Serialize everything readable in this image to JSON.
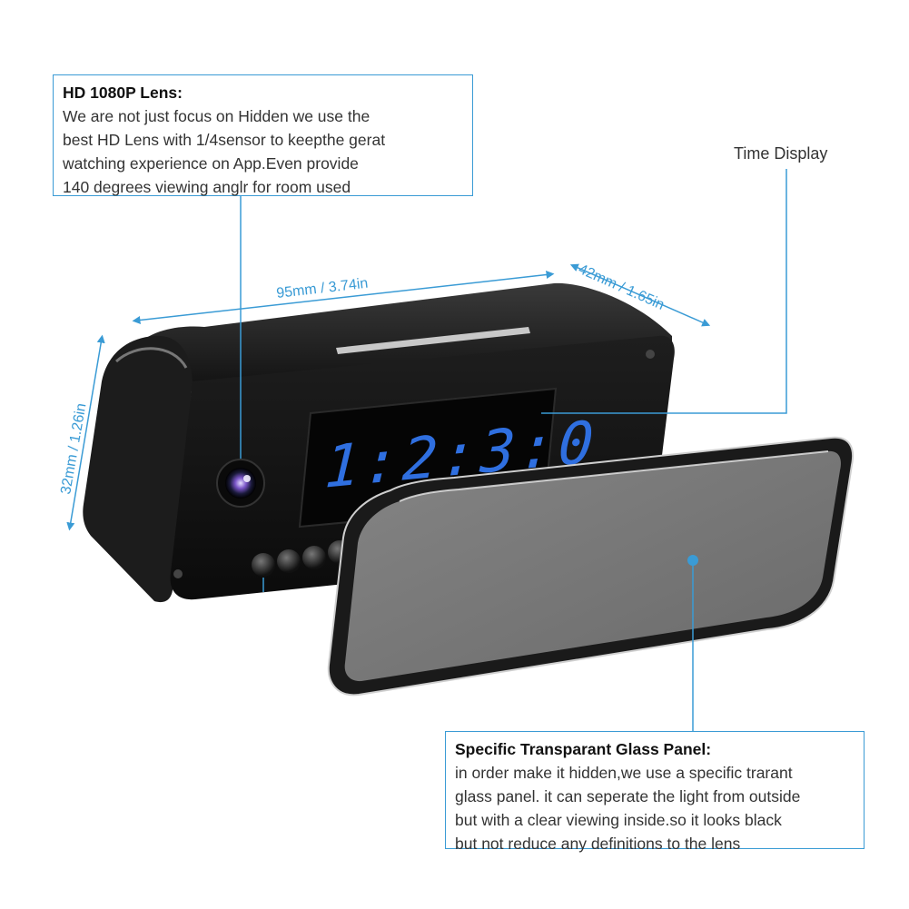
{
  "lens_callout": {
    "title": "HD 1080P Lens:",
    "lines": [
      "We are not just focus on Hidden we use the",
      "best HD Lens with 1/4sensor to keepthe gerat",
      "watching experience on App.Even provide",
      "140 degrees viewing anglr for room used"
    ]
  },
  "time_callout": {
    "label": "Time Display"
  },
  "glass_callout": {
    "title": "Specific Transparant Glass Panel:",
    "lines": [
      "in order make it hidden,we use a specific trarant",
      "glass panel. it can seperate the light from outside",
      "but with a clear viewing inside.so it looks black",
      "but not reduce any definitions to the lens"
    ]
  },
  "dimensions": {
    "width": "95mm / 3.74in",
    "depth": "42mm / 1.65in",
    "height": "32mm / 1.26in"
  },
  "clock_display": {
    "time": "1:2:3:0"
  },
  "colors": {
    "accent": "#3a9bd5",
    "digits": "#2f6fe0",
    "body": "#151515"
  }
}
